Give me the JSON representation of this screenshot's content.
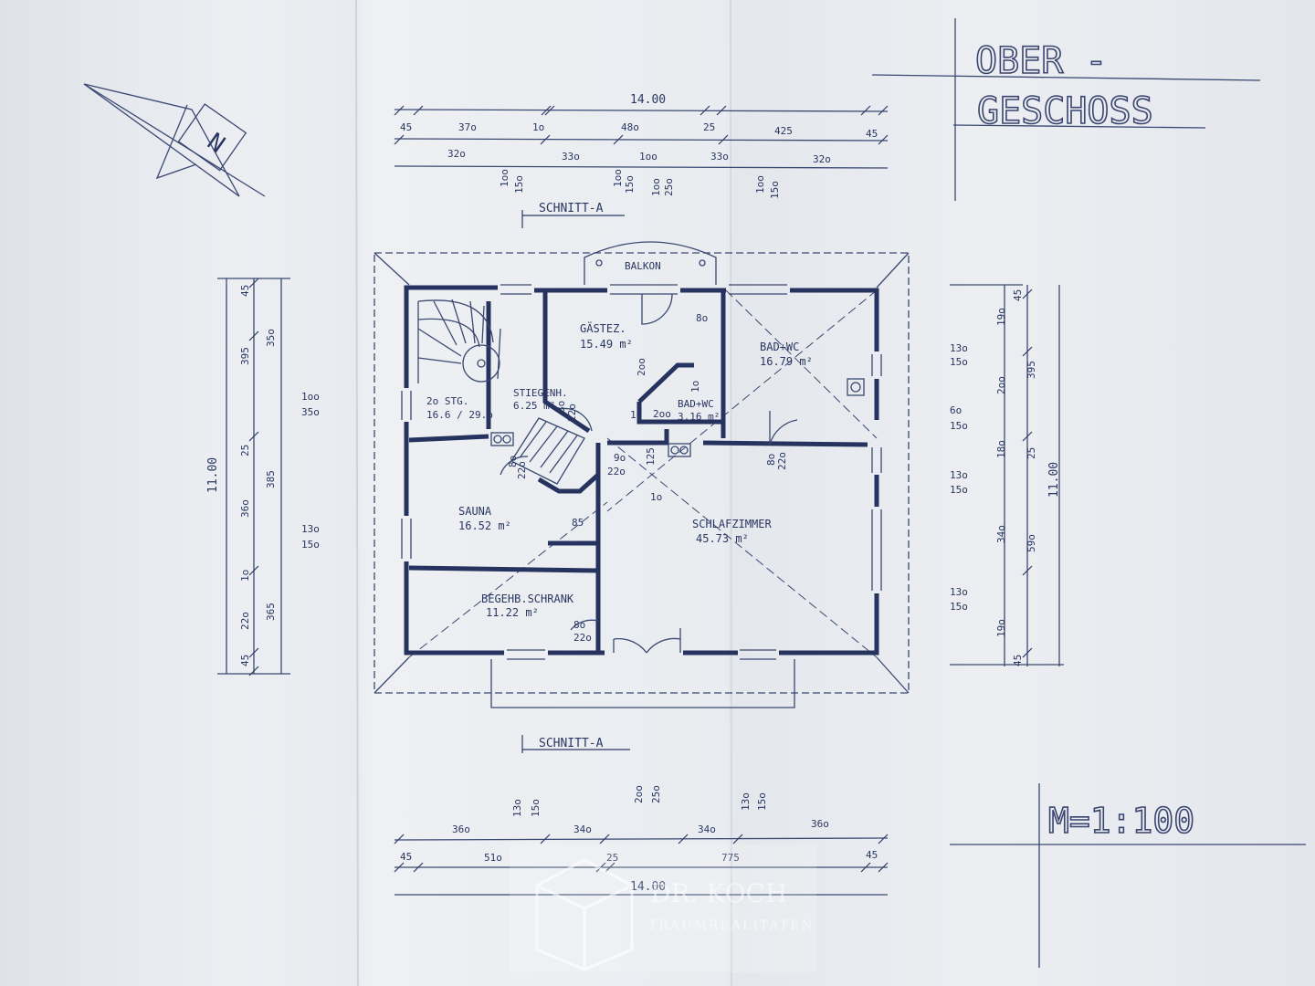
{
  "title": {
    "line1": "OBER -",
    "line2": "GESCHOSS"
  },
  "scale": "M=1:100",
  "north": "N",
  "section_label": "SCHNITT-A",
  "balcony": "BALKON",
  "overall": {
    "width": "14.00",
    "depth": "11.00"
  },
  "rooms": {
    "gaestez": {
      "name": "GÄSTEZ.",
      "area": "15.49 m²"
    },
    "bad_wc_large": {
      "name": "BAD+WC",
      "area": "16.79 m²"
    },
    "stiegenh": {
      "name": "STIEGENH.",
      "area": "6.25 m²"
    },
    "stg": {
      "name": "2o STG.",
      "area": "16.6 / 29.o"
    },
    "bad_wc_small": {
      "name": "BAD+WC",
      "area": "3.16 m²"
    },
    "sauna": {
      "name": "SAUNA",
      "area": "16.52 m²"
    },
    "schlafzimmer": {
      "name": "SCHLAFZIMMER",
      "area": "45.73 m²"
    },
    "schrank": {
      "name": "BEGEHB.SCHRANK",
      "area": "11.22 m²"
    }
  },
  "dims_top_1": [
    "45",
    "37o",
    "1o",
    "48o",
    "25",
    "425",
    "45"
  ],
  "dims_top_2": [
    "32o",
    "33o",
    "1oo",
    "33o",
    "32o"
  ],
  "dims_top_3": [
    "1oo",
    "15o",
    "1oo",
    "15o",
    "1oo",
    "25o",
    "1oo",
    "15o"
  ],
  "dims_bottom_1": [
    "36o",
    "34o",
    "34o",
    "36o"
  ],
  "dims_bottom_2": [
    "45",
    "51o",
    "25",
    "775",
    "45"
  ],
  "dims_bottom_3": [
    "13o",
    "15o",
    "2oo",
    "25o",
    "13o",
    "15o"
  ],
  "dims_left_1": [
    "45",
    "395",
    "25",
    "36o",
    "1o",
    "22o",
    "45"
  ],
  "dims_left_2": [
    "35o",
    "385",
    "365"
  ],
  "dims_left_3": [
    "1oo",
    "35o",
    "13o",
    "15o"
  ],
  "dims_right_1": [
    "45",
    "19o",
    "13o",
    "15o",
    "2oo",
    "6o",
    "15o",
    "18o",
    "13o",
    "15o",
    "34o",
    "13o",
    "15o",
    "19o",
    "45"
  ],
  "dims_right_2": [
    "395",
    "25",
    "59o"
  ],
  "door_tags": {
    "d1": [
      "8o",
      "22o"
    ],
    "d2": [
      "8o",
      "22o"
    ],
    "d3": [
      "9o",
      "22o"
    ],
    "d4": [
      "8o",
      "22o"
    ],
    "d5": [
      "8o",
      "22o"
    ],
    "d6": [
      "8o"
    ]
  },
  "misc_dims": [
    "125",
    "1o",
    "85",
    "2oo",
    "1o",
    "2oo",
    "1o"
  ],
  "watermark": {
    "name": "DR. KOCH",
    "sub": "TRAUMREALITÄTEN"
  }
}
